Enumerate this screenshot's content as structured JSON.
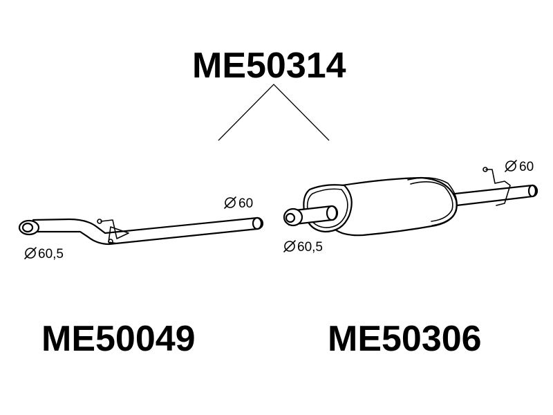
{
  "assembly": {
    "part_number": "ME50314"
  },
  "parts": [
    {
      "part_number": "ME50049",
      "inlet_diameter": "60,5",
      "outlet_diameter": "60"
    },
    {
      "part_number": "ME50306",
      "inlet_diameter": "60,5",
      "outlet_diameter": "60"
    }
  ],
  "symbols": {
    "diameter": "Ø"
  },
  "colors": {
    "line": "#000000",
    "background": "#ffffff"
  }
}
